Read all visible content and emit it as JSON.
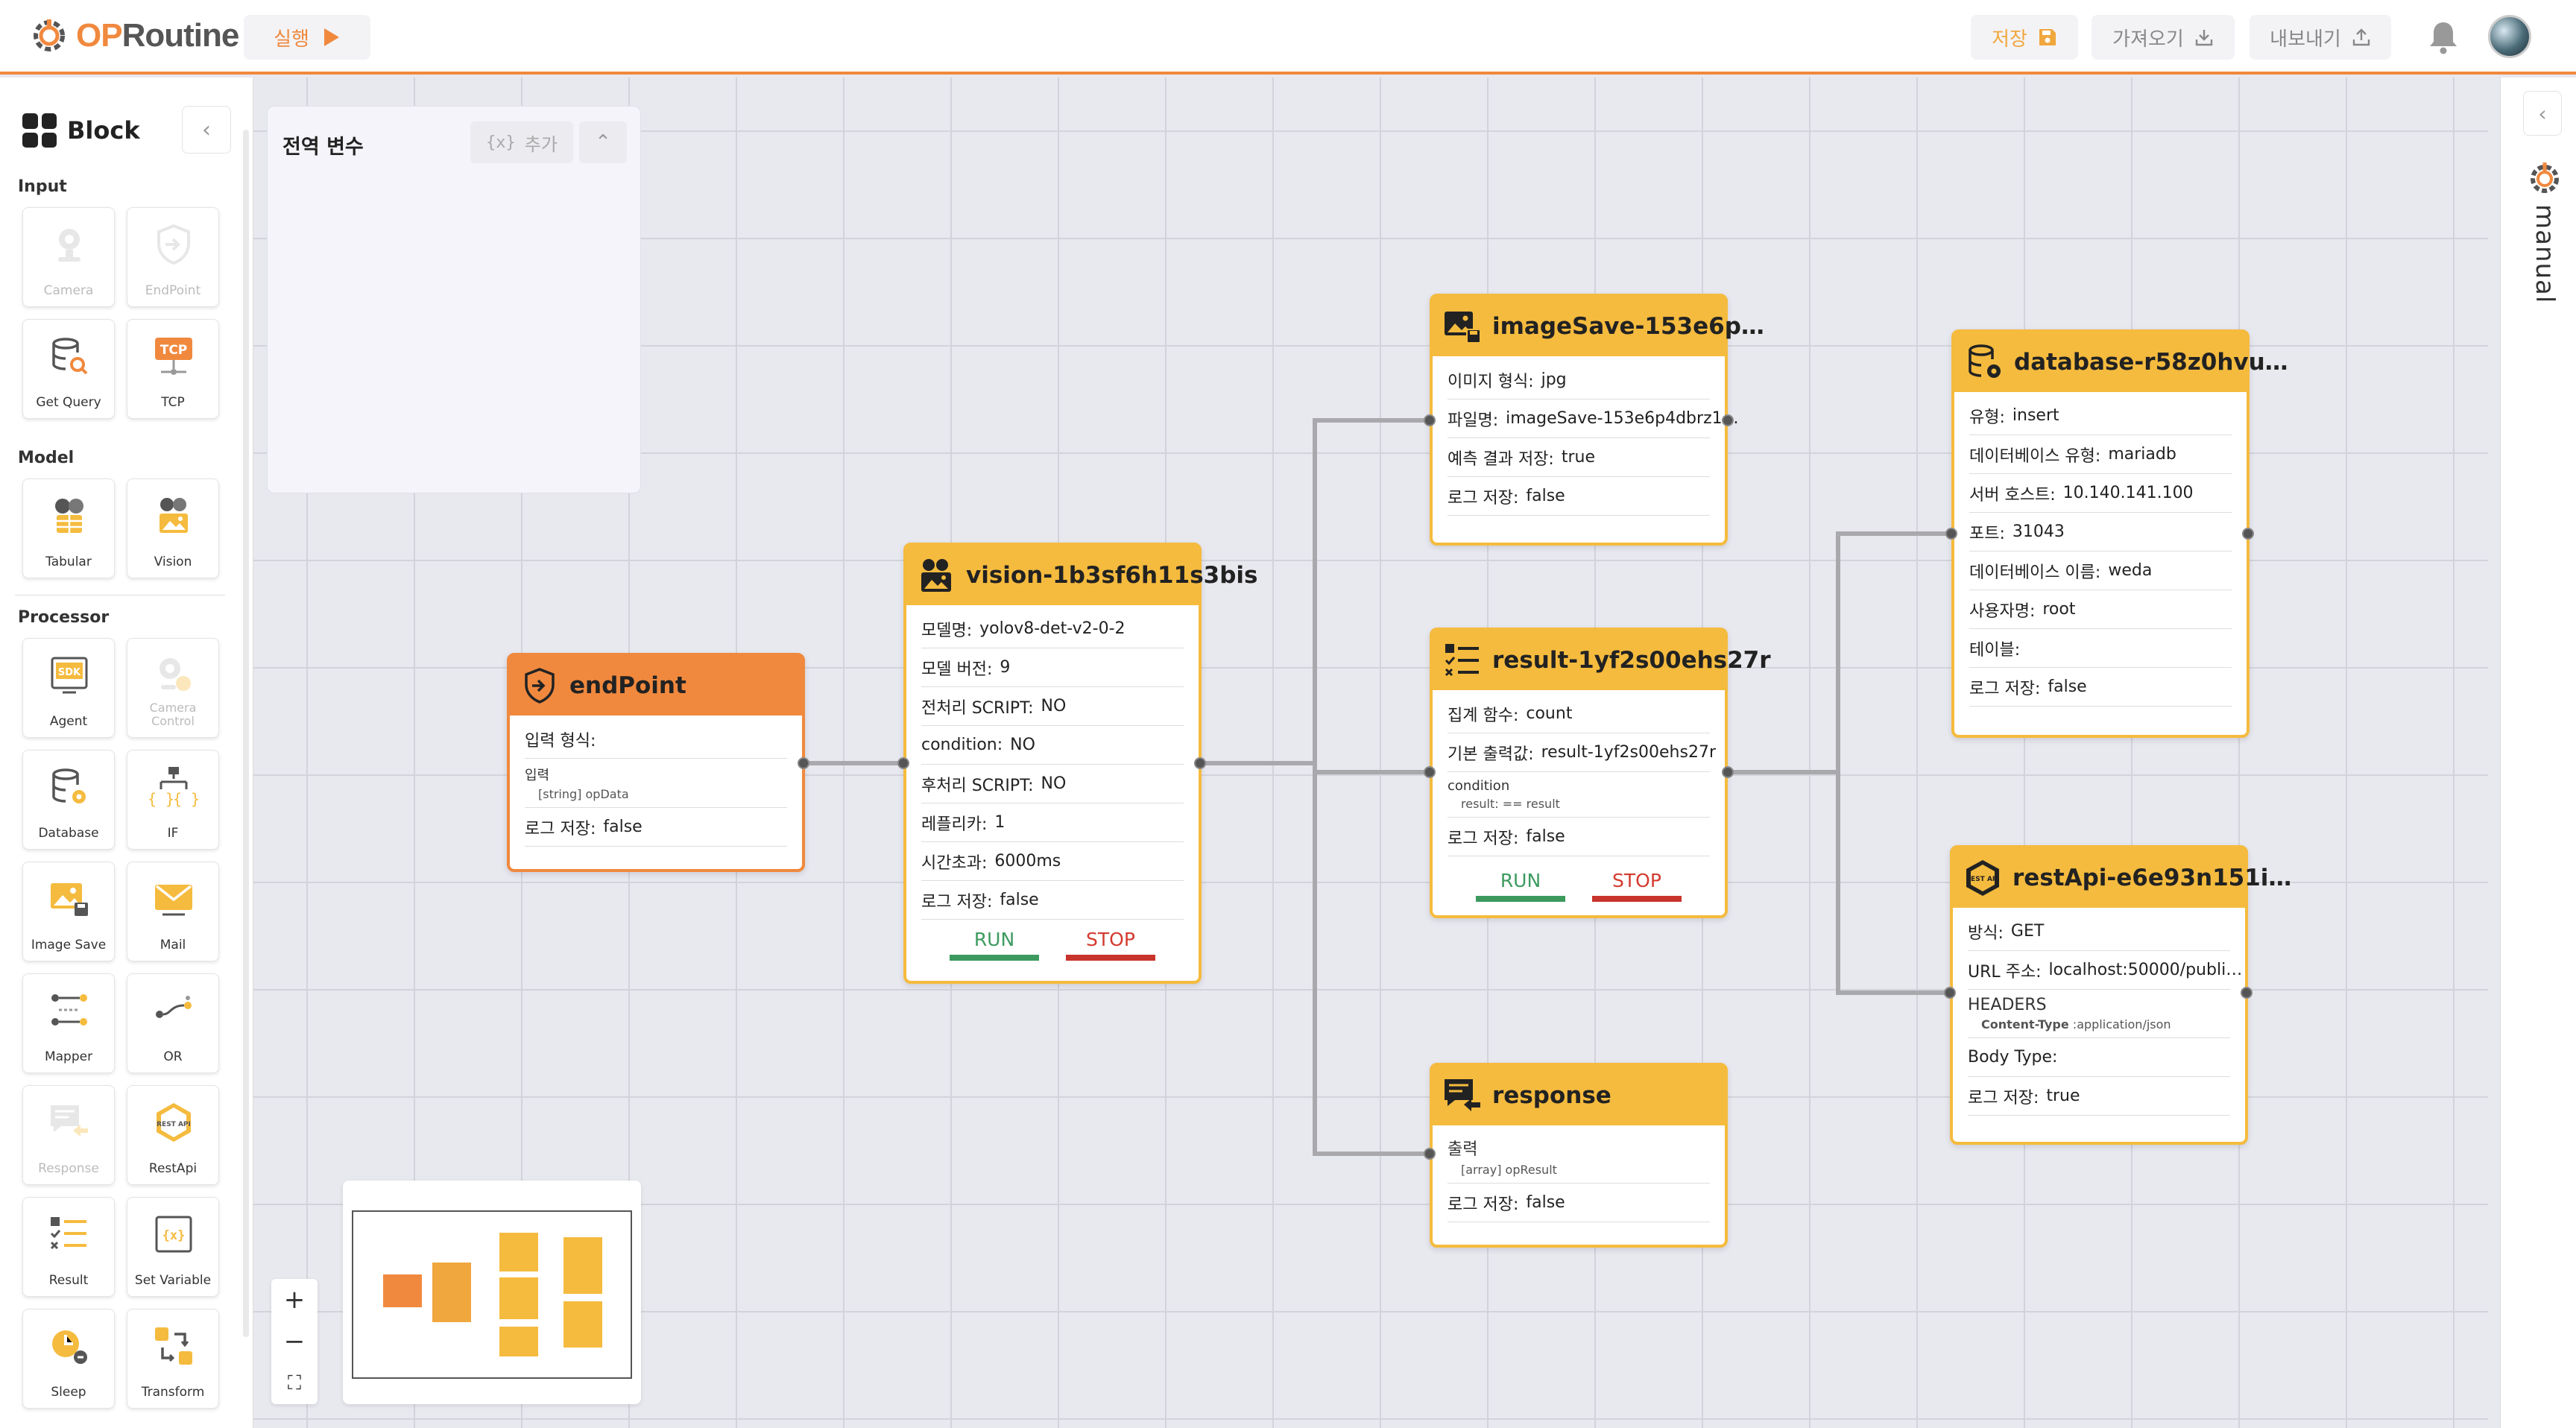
{
  "app": {
    "logo_op": "OP",
    "logo_rest": "Routine",
    "run_label": "실행",
    "save_label": "저장",
    "import_label": "가져오기",
    "export_label": "내보내기"
  },
  "colors": {
    "accent": "#f0893e",
    "node_yellow": "#f5bb3e",
    "run": "#3c9a5f",
    "stop": "#c8332b"
  },
  "sidebar": {
    "title": "Block",
    "categories": {
      "input": "Input",
      "model": "Model",
      "processor": "Processor"
    },
    "tiles": {
      "camera": "Camera",
      "endpoint": "EndPoint",
      "get_query": "Get Query",
      "tcp": "TCP",
      "tabular": "Tabular",
      "vision": "Vision",
      "agent": "Agent",
      "camera_control": "Camera Control",
      "database": "Database",
      "if": "IF",
      "image_save": "Image Save",
      "mail": "Mail",
      "mapper": "Mapper",
      "or": "OR",
      "response": "Response",
      "restapi": "RestApi",
      "result": "Result",
      "set_variable": "Set Variable",
      "sleep": "Sleep",
      "transform": "Transform"
    },
    "tile_text": {
      "sdk": "SDK",
      "tcp": "TCP",
      "rest": "REST API"
    }
  },
  "global_vars": {
    "title": "전역 변수",
    "add_label": "추가",
    "add_icon": "{x}"
  },
  "nodes": {
    "endpoint": {
      "title": "endPoint",
      "input_format_label": "입력 형식:",
      "input_label": "입력",
      "input_value": "[string] opData",
      "log_label": "로그 저장:",
      "log_value": "false"
    },
    "vision": {
      "title": "vision-1b3sf6h11s3bis",
      "rows": [
        {
          "k": "모델명:",
          "v": "yolov8-det-v2-0-2"
        },
        {
          "k": "모델 버전:",
          "v": "9"
        },
        {
          "k": "전처리 SCRIPT:",
          "v": "NO"
        },
        {
          "k": "condition:",
          "v": "NO"
        },
        {
          "k": "후처리 SCRIPT:",
          "v": "NO"
        },
        {
          "k": "레플리카:",
          "v": "1"
        },
        {
          "k": "시간초과:",
          "v": "6000ms"
        },
        {
          "k": "로그 저장:",
          "v": "false"
        }
      ],
      "run": "RUN",
      "stop": "STOP"
    },
    "imagesave": {
      "title": "imageSave-153e6p…",
      "rows": [
        {
          "k": "이미지 형식:",
          "v": "jpg"
        },
        {
          "k": "파일명:",
          "v": "imageSave-153e6p4dbrz1…"
        },
        {
          "k": "예측 결과 저장:",
          "v": "true"
        },
        {
          "k": "로그 저장:",
          "v": "false"
        }
      ]
    },
    "result": {
      "title": "result-1yf2s00ehs27r",
      "agg_label": "집계 함수:",
      "agg_value": "count",
      "default_label": "기본 출력값:",
      "default_value": "result-1yf2s00ehs27r",
      "condition_label": "condition",
      "condition_key": "result:",
      "condition_value": "== result",
      "log_label": "로그 저장:",
      "log_value": "false",
      "run": "RUN",
      "stop": "STOP"
    },
    "response": {
      "title": "response",
      "output_label": "출력",
      "output_value": "[array] opResult",
      "log_label": "로그 저장:",
      "log_value": "false"
    },
    "database": {
      "title": "database-r58z0hvu…",
      "rows": [
        {
          "k": "유형:",
          "v": "insert"
        },
        {
          "k": "데이터베이스 유형:",
          "v": "mariadb"
        },
        {
          "k": "서버 호스트:",
          "v": "10.140.141.100"
        },
        {
          "k": "포트:",
          "v": "31043"
        },
        {
          "k": "데이터베이스 이름:",
          "v": "weda"
        },
        {
          "k": "사용자명:",
          "v": "root"
        },
        {
          "k": "테이블:",
          "v": ""
        },
        {
          "k": "로그 저장:",
          "v": "false"
        }
      ]
    },
    "restapi": {
      "title": "restApi-e6e93n151i…",
      "method_label": "방식:",
      "method_value": "GET",
      "url_label": "URL 주소:",
      "url_value": "localhost:50000/publi…",
      "headers_label": "HEADERS",
      "header_key": "Content-Type",
      "header_value": ":application/json",
      "body_label": "Body Type:",
      "log_label": "로그 저장:",
      "log_value": "true"
    }
  },
  "zoom": {
    "in": "+",
    "out": "−",
    "fit": "⛶"
  },
  "right_panel": {
    "manual_label": "manual"
  }
}
